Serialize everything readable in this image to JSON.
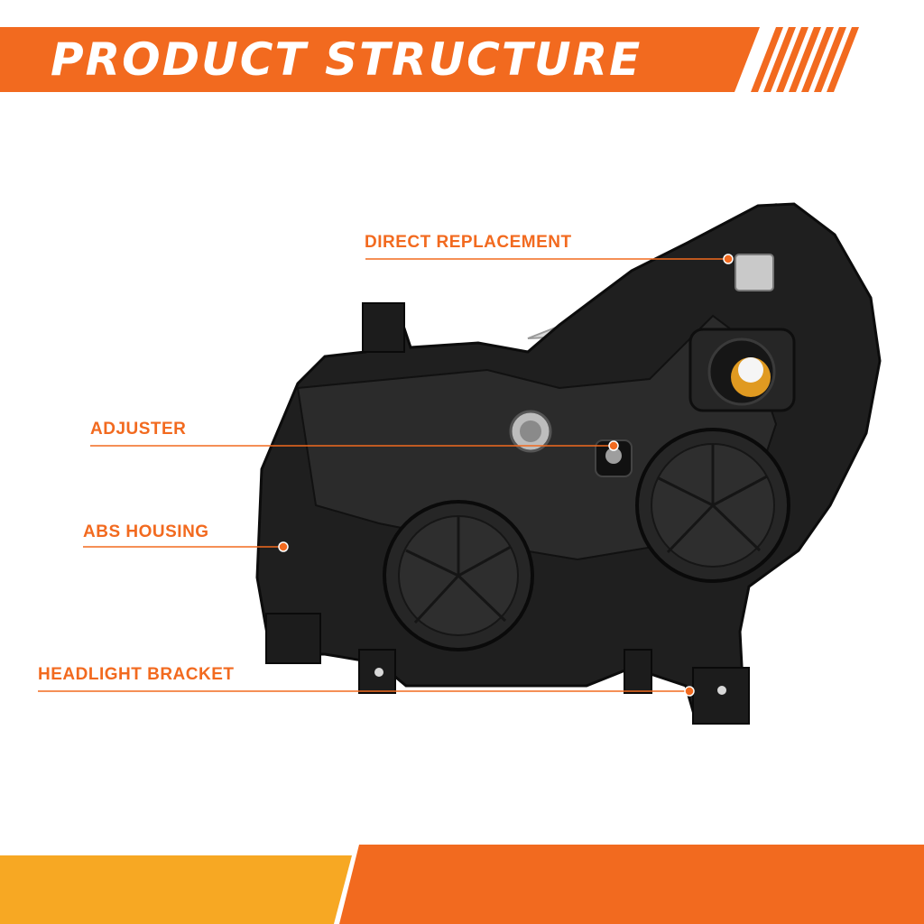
{
  "banner": {
    "title": "PRODUCT STRUCTURE"
  },
  "callouts": {
    "direct_replacement": "DIRECT REPLACEMENT",
    "adjuster": "ADJUSTER",
    "abs_housing": "ABS HOUSING",
    "headlight_bracket": "HEADLIGHT BRACKET"
  },
  "colors": {
    "accent_orange": "#f26a1f",
    "accent_yellow": "#f7a823",
    "housing_black": "#1f1f1f"
  }
}
